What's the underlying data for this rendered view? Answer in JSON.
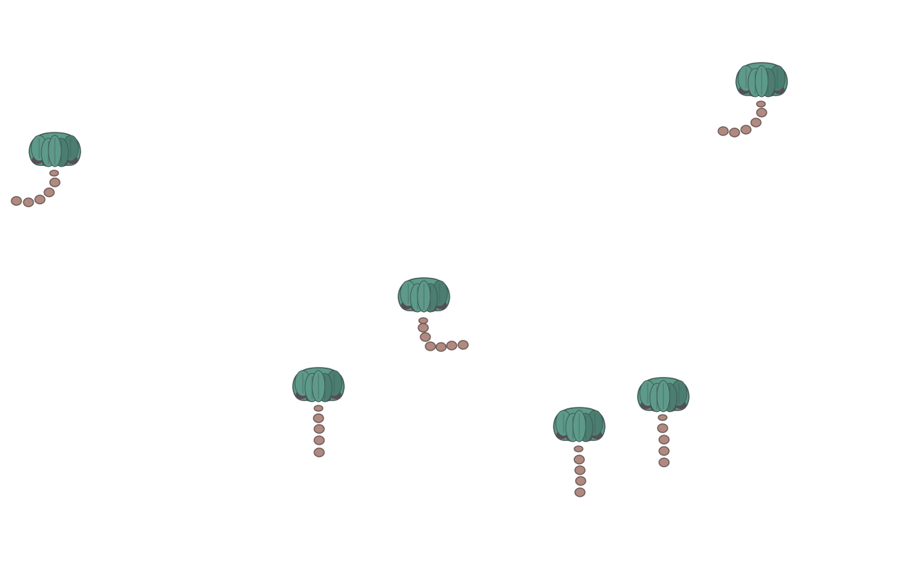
{
  "scene": {
    "background_color": "#ffffff",
    "sprite_type": "palm-tree",
    "palette": {
      "leaf": "#5e9a89",
      "leaf_dark": "#4b7e70",
      "leaf_shadow": "#5b4b55",
      "leaf_outline": "#3f5a55",
      "trunk": "#b08a80",
      "trunk_outline": "#6e5a57"
    },
    "trees": [
      {
        "id": "palm-1",
        "trunk_shape": "curved-left"
      },
      {
        "id": "palm-2",
        "trunk_shape": "curved-left"
      },
      {
        "id": "palm-3",
        "trunk_shape": "curved-right"
      },
      {
        "id": "palm-4",
        "trunk_shape": "straight"
      },
      {
        "id": "palm-5",
        "trunk_shape": "straight"
      },
      {
        "id": "palm-6",
        "trunk_shape": "straight"
      }
    ]
  }
}
